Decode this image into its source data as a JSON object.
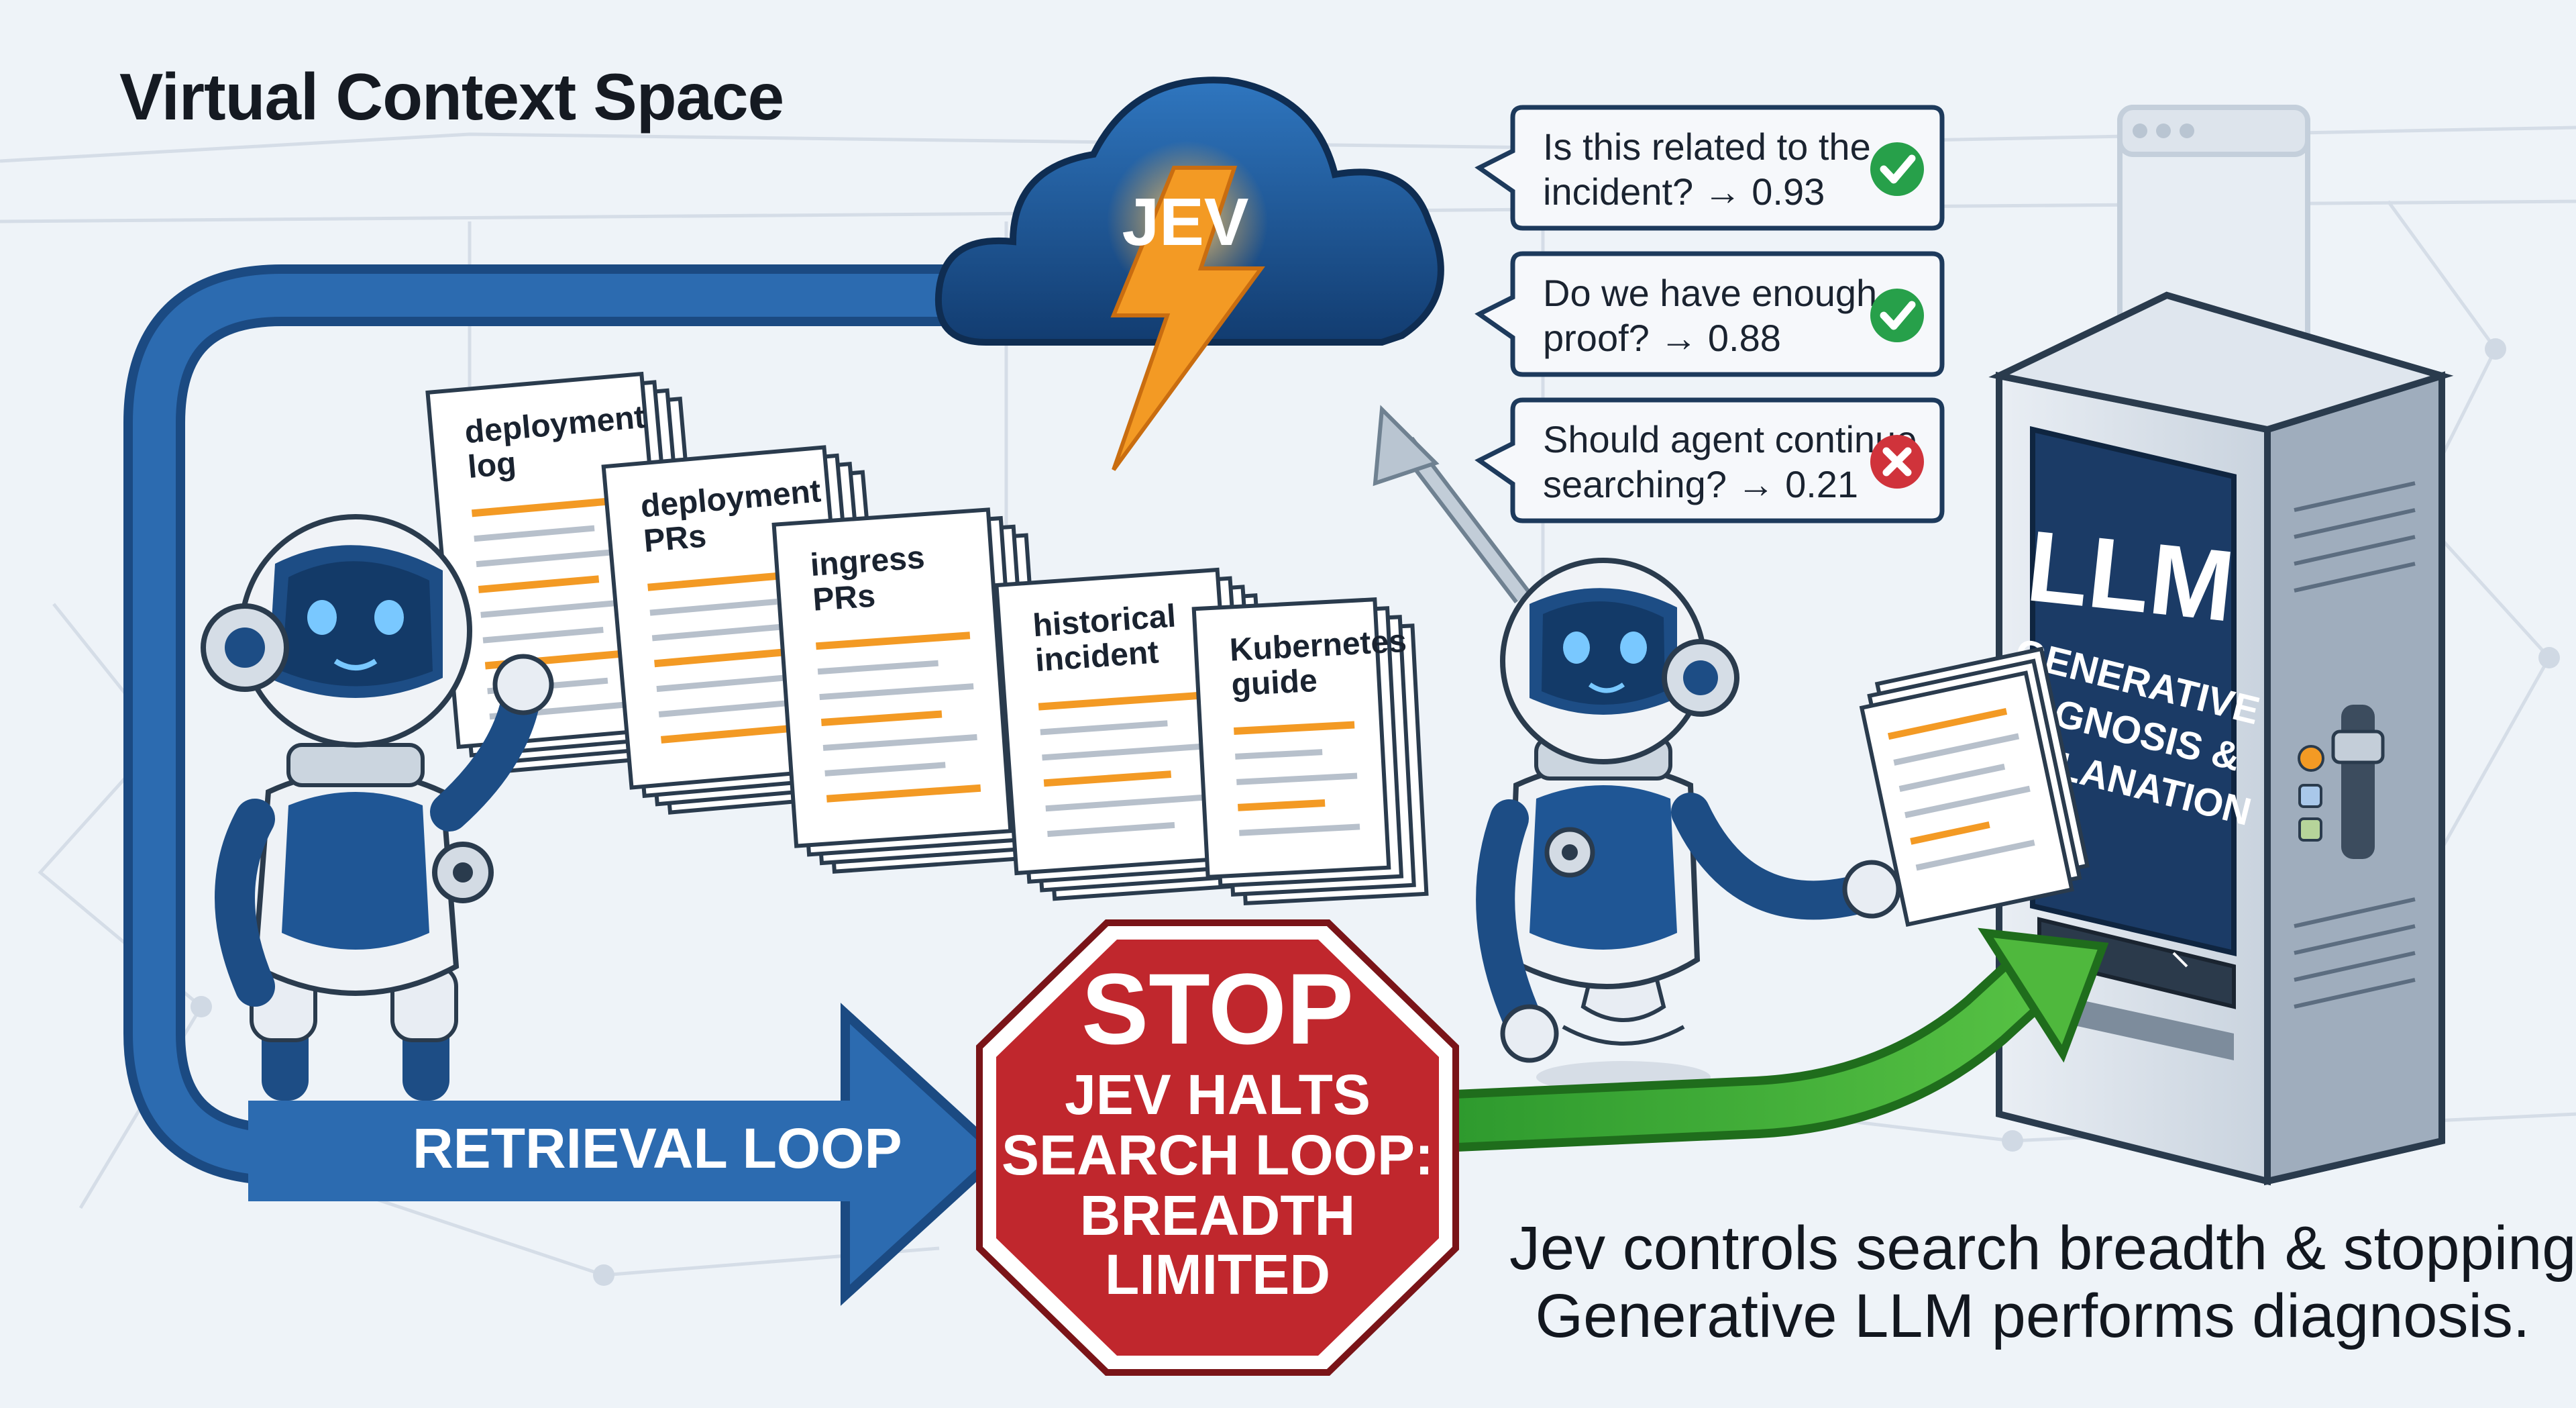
{
  "title": "Virtual Context Space",
  "cloud": {
    "label": "JEV"
  },
  "questions": [
    {
      "line1": "Is this related to the",
      "line2": "incident? → 0.93",
      "status": "check"
    },
    {
      "line1": "Do we have enough",
      "line2": "proof? → 0.88",
      "status": "check"
    },
    {
      "line1": "Should agent continue",
      "line2": "searching? → 0.21",
      "status": "cross"
    }
  ],
  "documents": [
    {
      "line1": "deployment",
      "line2": "log"
    },
    {
      "line1": "deployment",
      "line2": "PRs"
    },
    {
      "line1": "ingress",
      "line2": "PRs"
    },
    {
      "line1": "historical",
      "line2": "incident"
    },
    {
      "line1": "Kubernetes",
      "line2": "guide"
    }
  ],
  "loop_label": "RETRIEVAL LOOP",
  "stop_sign": {
    "title": "STOP",
    "lines": [
      "JEV HALTS",
      "SEARCH LOOP:",
      "BREADTH",
      "LIMITED"
    ]
  },
  "llm": {
    "label": "LLM",
    "sub_lines": [
      "GENERATIVE",
      "GNOSIS &",
      "LANATION"
    ]
  },
  "caption": {
    "line1": "Jev controls search breadth & stopping",
    "line2": "Generative LLM performs diagnosis."
  },
  "colors": {
    "background": "#eef3f8",
    "blue_dark": "#1c4c85",
    "blue_mid": "#2c6bb0",
    "orange": "#f39a24",
    "stop_red": "#c0272d",
    "green_arrow": "#3aa435",
    "check_green": "#27a04a",
    "cross_red": "#d0333b"
  }
}
